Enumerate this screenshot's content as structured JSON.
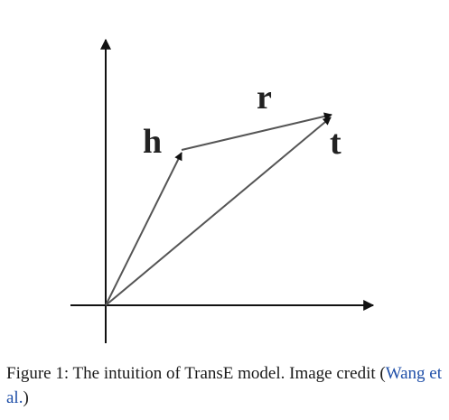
{
  "diagram": {
    "vectors": {
      "h": "h",
      "r": "r",
      "t": "t"
    }
  },
  "caption": {
    "text": "Figure 1: The intuition of TransE model. Image credit (",
    "citation": "Wang et al.",
    "suffix": ")"
  },
  "colors": {
    "axis": "#111111",
    "vector": "#555555",
    "text": "#1a1a1a",
    "link": "#1f4fa8"
  }
}
